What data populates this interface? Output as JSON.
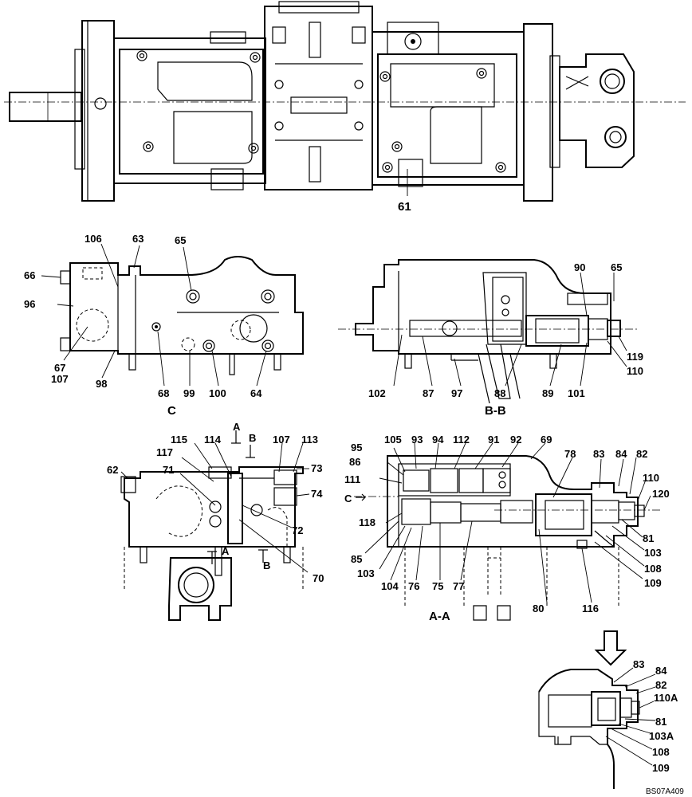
{
  "diagram": {
    "doc_code": "BS07A409",
    "top_view": {
      "callouts": [
        "61"
      ]
    },
    "view_c": {
      "section_title": "C",
      "callouts": [
        "106",
        "63",
        "65",
        "66",
        "96",
        "67",
        "107",
        "98",
        "68",
        "99",
        "100",
        "64"
      ]
    },
    "view_bb": {
      "section_title": "B-B",
      "callouts": [
        "90",
        "65",
        "119",
        "110",
        "102",
        "87",
        "97",
        "88",
        "89",
        "101"
      ]
    },
    "view_left": {
      "marker_a_top": "A",
      "marker_b_top": "B",
      "marker_a_bottom": "A",
      "marker_b_bottom": "B",
      "callouts": [
        "115",
        "114",
        "107",
        "113",
        "117",
        "71",
        "62",
        "73",
        "74",
        "72",
        "70"
      ]
    },
    "view_aa": {
      "section_title": "A-A",
      "marker_c": "C",
      "callouts": [
        "95",
        "105",
        "93",
        "94",
        "112",
        "91",
        "92",
        "69",
        "86",
        "78",
        "83",
        "84",
        "82",
        "111",
        "110",
        "120",
        "118",
        "81",
        "85",
        "103",
        "103",
        "108",
        "104",
        "76",
        "75",
        "77",
        "80",
        "116",
        "109"
      ]
    },
    "detail": {
      "callouts": [
        "83",
        "84",
        "82",
        "110A",
        "81",
        "103A",
        "108",
        "109"
      ]
    }
  }
}
